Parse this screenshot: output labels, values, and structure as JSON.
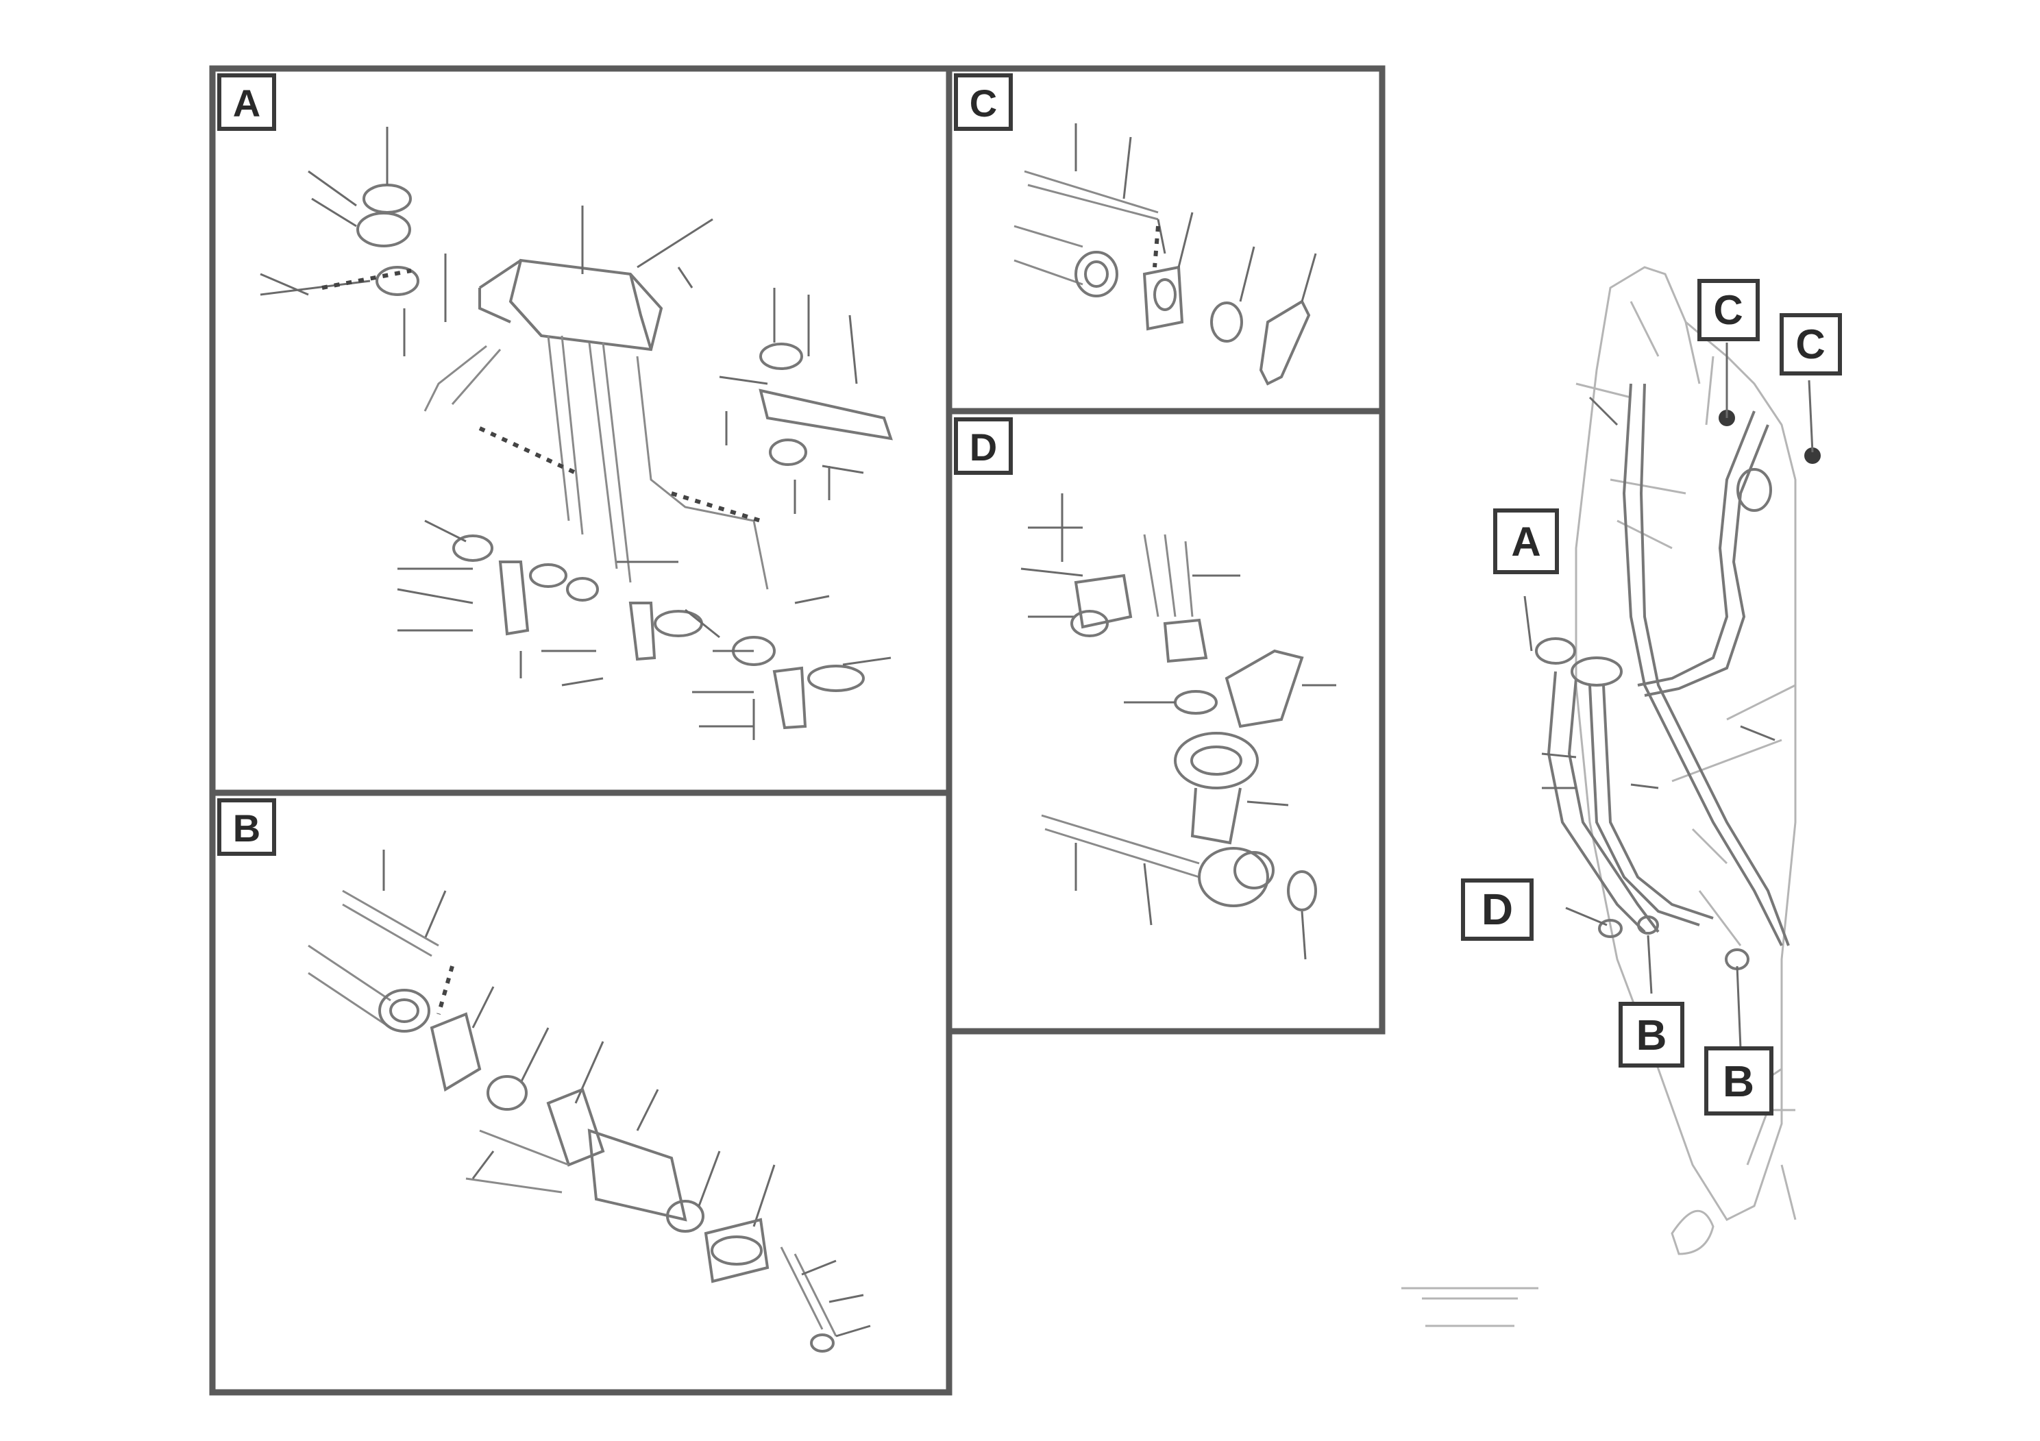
{
  "views": {
    "a": {
      "tag": "A"
    },
    "b": {
      "tag": "B"
    },
    "c": {
      "tag": "C"
    },
    "d": {
      "tag": "D"
    }
  },
  "overview_tags": [
    "C",
    "C",
    "A",
    "D",
    "B",
    "B"
  ],
  "callouts": [],
  "drawing_reference": "",
  "drawing_number": ""
}
